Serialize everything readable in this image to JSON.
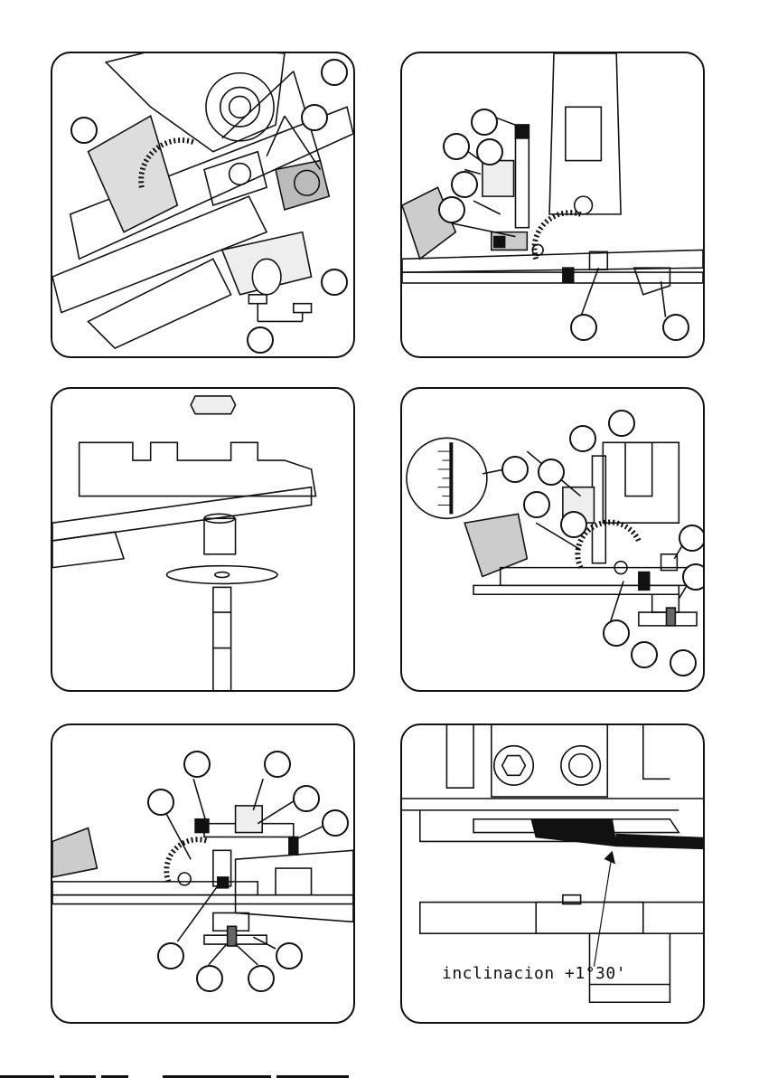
{
  "page": {
    "panels": [
      {
        "id": "panel-1",
        "callouts": 6
      },
      {
        "id": "panel-2",
        "callouts": 8
      },
      {
        "id": "panel-3",
        "callouts": 0
      },
      {
        "id": "panel-4",
        "callouts": 10
      },
      {
        "id": "panel-5",
        "callouts": 9
      },
      {
        "id": "panel-6",
        "callouts": 0
      }
    ],
    "panel6_caption": "inclinacion +1°30'"
  }
}
